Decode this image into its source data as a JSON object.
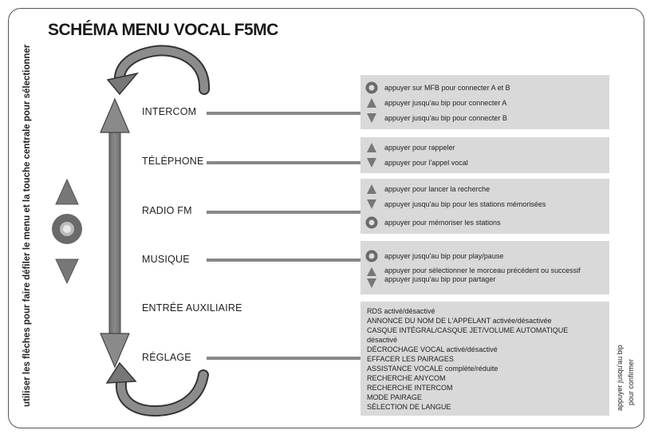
{
  "title": "SCHÉMA MENU VOCAL F5MC",
  "left_instruction": "utiliser les flèches pour faire défiler le menu et la touche centrale pour sélectionner",
  "right_instruction_line1": "appuyer jusqu'au bip",
  "right_instruction_line2": "pour confirmer",
  "menu": {
    "intercom": "INTERCOM",
    "telephone": "TÉLÉPHONE",
    "radio": "RADIO FM",
    "musique": "MUSIQUE",
    "aux": "ENTRÉE AUXILIAIRE",
    "reglage": "RÉGLAGE"
  },
  "intercom_panel": {
    "mfb": "appuyer sur MFB pour connecter A et B",
    "up": "appuyer jusqu'au bip pour connecter A",
    "down": "appuyer jusqu'au bip pour connecter B"
  },
  "telephone_panel": {
    "up": "appuyer pour rappeler",
    "down": "appuyer pour l'appel vocal"
  },
  "radio_panel": {
    "up": "appuyer pour lancer la recherche",
    "down": "appuyer jusqu'au bip pour les stations mémorisées",
    "mfb": "appuyer pour mémoriser les stations"
  },
  "musique_panel": {
    "mfb": "appuyer jusqu'au bip pour play/pause",
    "updown1": "appuyer pour sélectionner le morceau précédent ou successif",
    "updown2": "appuyer jusqu'au bip pour partager"
  },
  "reglage_panel": {
    "l1": "RDS activé/désactivé",
    "l2": "ANNONCE DU NOM DE L'APPELANT activée/désactivée",
    "l3": "CASQUE INTÉGRAL/CASQUE JET/VOLUME AUTOMATIQUE",
    "l4": "désactivé",
    "l5": "DÉCROCHAGE VOCAL activé/désactivé",
    "l6": "EFFACER LES PAIRAGES",
    "l7": "ASSISTANCE VOCALE complète/réduite",
    "l8": "RECHERCHE ANYCOM",
    "l9": "RECHERCHE INTERCOM",
    "l10": "MODE PAIRAGE",
    "l11": "SÉLECTION DE LANGUE"
  }
}
